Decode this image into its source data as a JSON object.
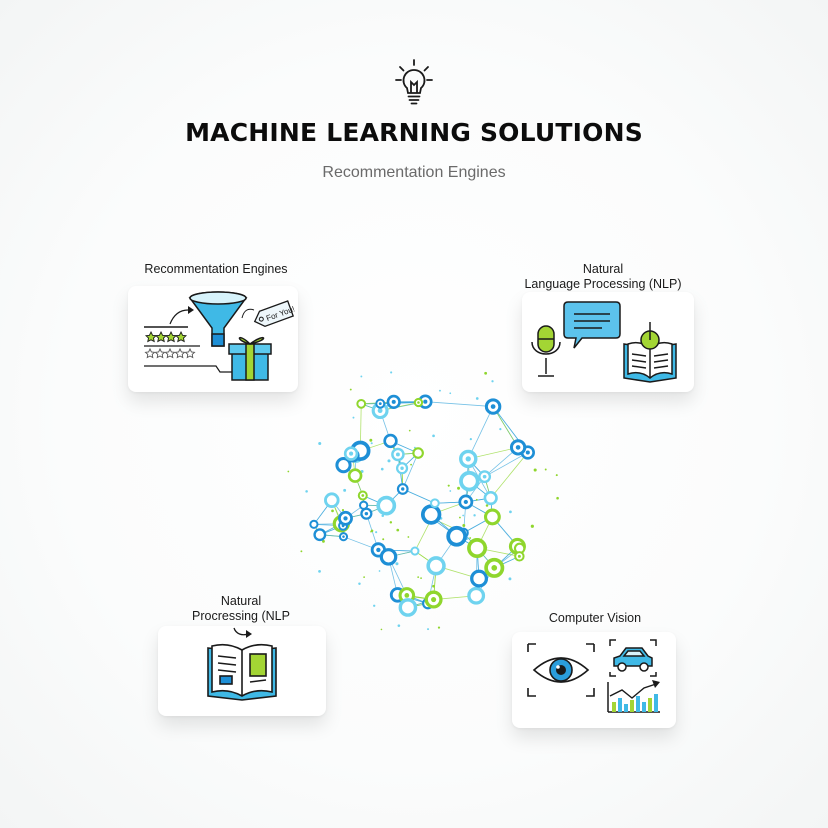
{
  "header": {
    "icon": "lightbulb-icon",
    "title": "MACHINE LEARNING SOLUTIONS",
    "subtitle": "Recommentation Engines"
  },
  "cards": {
    "recommendation": {
      "label": "Recommentation Engines",
      "icons": [
        "filter-funnel-icon",
        "star-rating-icon",
        "gift-box-icon",
        "tag-icon"
      ],
      "tag_text": "For You!"
    },
    "nlp": {
      "label_line1": "Natural",
      "label_line2": "Language Processing (NLP)",
      "icons": [
        "microphone-icon",
        "speech-bubble-icon",
        "open-book-icon"
      ]
    },
    "nlp_secondary": {
      "label_line1": "Natural",
      "label_line2": "Procressing (NLP",
      "icons": [
        "curved-arrow-icon",
        "open-book-icon"
      ]
    },
    "vision": {
      "label": "Computer Vision",
      "icons": [
        "eye-icon",
        "car-icon",
        "chart-icon"
      ]
    }
  },
  "network": {
    "icon": "neural-network-icon",
    "colors": {
      "blue": "#1e8fd6",
      "cyan": "#6fd3ef",
      "green": "#8fd62d",
      "line": "#3aa6dc"
    }
  },
  "colors": {
    "accent_blue": "#1e8fd6",
    "accent_cyan": "#39c2e6",
    "accent_green": "#a3d534",
    "ink": "#1a1a1a"
  }
}
